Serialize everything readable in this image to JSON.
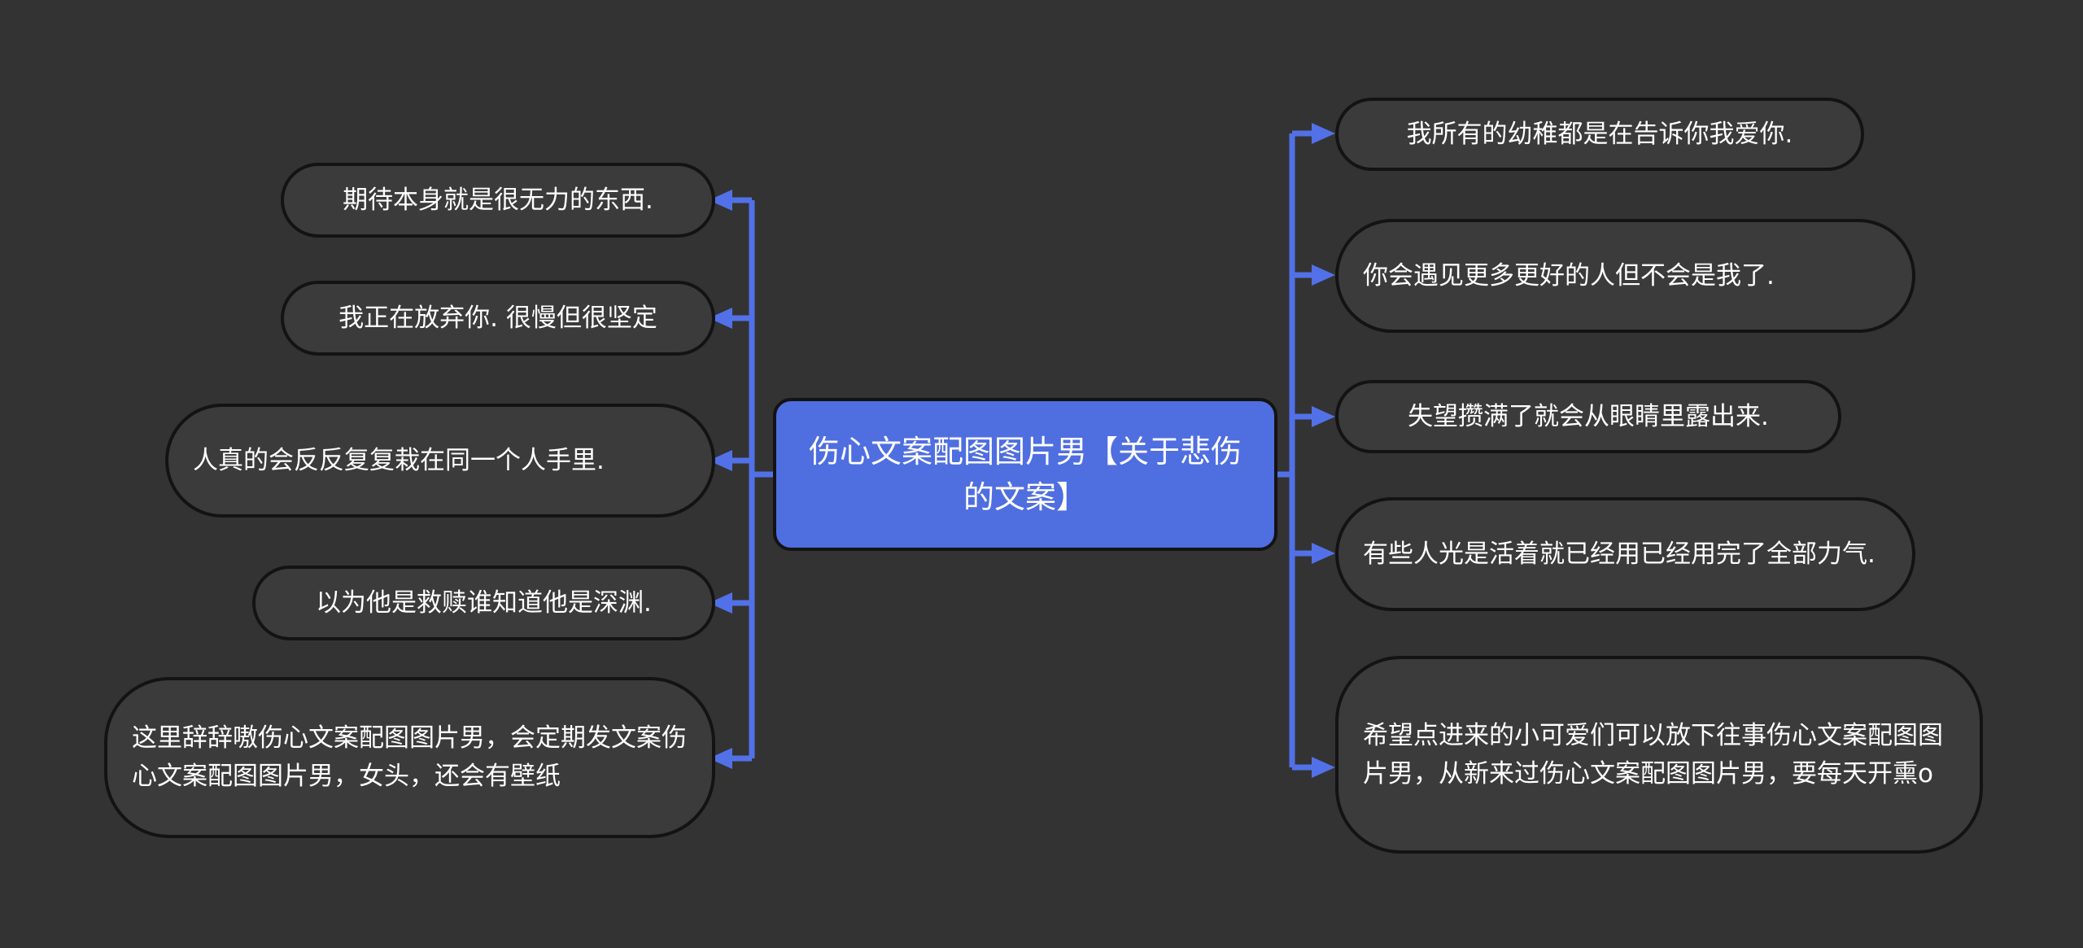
{
  "diagram": {
    "type": "mindmap",
    "background_color": "#333333",
    "node_fill_color": "#3b3b3b",
    "node_border_color": "#131313",
    "center_fill_color": "#4f6ee0",
    "connector_color": "#5271e8",
    "text_color": "#ffffff",
    "center": {
      "label": "伤心文案配图图片男【关于悲伤的文案】"
    },
    "left_branch": {
      "side": "left",
      "nodes": [
        {
          "label": "期待本身就是很无力的东西."
        },
        {
          "label": "我正在放弃你. 很慢但很坚定"
        },
        {
          "label": "人真的会反反复复栽在同一个人手里."
        },
        {
          "label": "以为他是救赎谁知道他是深渊."
        },
        {
          "label": "这里辞辞嗷伤心文案配图图片男，会定期发文案伤心文案配图图片男，女头，还会有壁纸"
        }
      ]
    },
    "right_branch": {
      "side": "right",
      "nodes": [
        {
          "label": "我所有的幼稚都是在告诉你我爱你."
        },
        {
          "label": "你会遇见更多更好的人但不会是我了."
        },
        {
          "label": "失望攒满了就会从眼睛里露出来."
        },
        {
          "label": "有些人光是活着就已经用已经用完了全部力气."
        },
        {
          "label": "希望点进来的小可爱们可以放下往事伤心文案配图图片男，从新来过伤心文案配图图片男，要每天开熏o"
        }
      ]
    }
  }
}
